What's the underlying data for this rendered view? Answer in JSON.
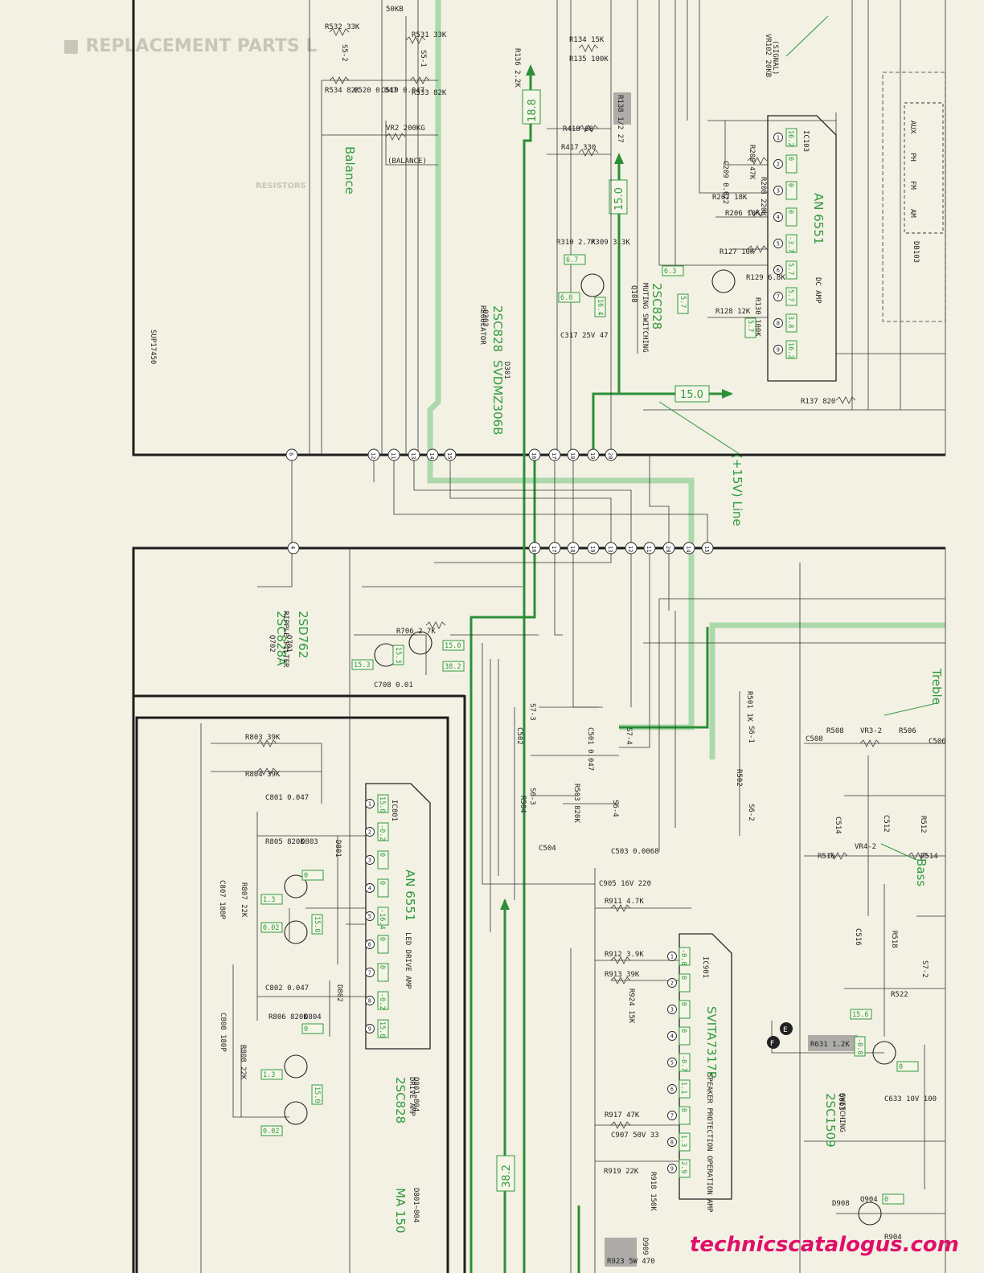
{
  "background_text": {
    "heading": "■ REPLACEMENT PARTS L",
    "resistors": "RESISTORS"
  },
  "board_label": "SUP17450",
  "brand": "technicscatalogus.com",
  "colors": {
    "trace": "#2b8f36",
    "brand": "#e0106a",
    "paper": "#f3f1e4"
  },
  "annotations": {
    "balance": "Balance",
    "balance_ref": "(BALANCE)",
    "plus15_line": "(+15V) Line",
    "treble": "Treble",
    "bass": "Bass",
    "signal": "(SIGNAL)"
  },
  "rails": [
    {
      "id": "r188",
      "value": "18.8"
    },
    {
      "id": "r150a",
      "value": "15.0"
    },
    {
      "id": "r150b",
      "value": "15.0"
    },
    {
      "id": "r382",
      "value": "38.2"
    }
  ],
  "ics": [
    {
      "id": "ic103",
      "ref": "IC103",
      "name": "AN 6551",
      "desc": "DC AMP",
      "pins": [
        "1",
        "2",
        "3",
        "4",
        "5",
        "6",
        "7",
        "8",
        "9"
      ],
      "volts": [
        "16.2",
        "0",
        "0",
        "0",
        "-3.7",
        "5.7",
        "5.7",
        "3.8",
        "16.2"
      ]
    },
    {
      "id": "ic801",
      "ref": "IC801",
      "name": "AN 6551",
      "desc": "LED DRIVE AMP",
      "pins": [
        "1",
        "2",
        "3",
        "4",
        "5",
        "6",
        "7",
        "8",
        "9"
      ],
      "volts": [
        "15.0",
        "-0.2",
        "0",
        "0",
        "-16.4",
        "0",
        "0",
        "-0.2",
        "15.0"
      ]
    },
    {
      "id": "ic901",
      "ref": "IC901",
      "name": "SVITA7317P",
      "desc": "SPEAKER PROTECTION OPERATION AMP",
      "pins": [
        "1",
        "2",
        "3",
        "4",
        "5",
        "6",
        "7",
        "8",
        "9"
      ],
      "volts": [
        "-0.8",
        "0",
        "0",
        "0",
        "-0.7",
        "1.1",
        "0",
        "1.3",
        "2.9"
      ]
    }
  ],
  "transistors": [
    {
      "id": "q303",
      "ref": "Q303",
      "part": "2SC828",
      "role": "REGULATOR"
    },
    {
      "id": "q301",
      "ref": "D301",
      "part": "SVDMZ306B",
      "role": ""
    },
    {
      "id": "q108",
      "ref": "Q108",
      "part": "2SC828",
      "role": "MUTING SWITCHING"
    },
    {
      "id": "q701",
      "ref": "Q701",
      "part": "2SD762",
      "role": "RIPPLE FILTER"
    },
    {
      "id": "q702",
      "ref": "Q702",
      "part": "2SC828A",
      "role": "RIPPLE FILTER"
    },
    {
      "id": "q801",
      "ref": "Q801~804",
      "part": "2SC828",
      "role": "DRIVE AMP"
    },
    {
      "id": "d801",
      "ref": "D801~804",
      "part": "MA 150",
      "role": ""
    },
    {
      "id": "q603",
      "ref": "Q603",
      "part": "2SC1509",
      "role": "SWITCHING"
    }
  ],
  "components": [
    {
      "id": "r532",
      "text": "R532 33K"
    },
    {
      "id": "r531",
      "text": "R531 33K"
    },
    {
      "id": "r534",
      "text": "R534 82K"
    },
    {
      "id": "c520",
      "text": "C520 0.047"
    },
    {
      "id": "c519",
      "text": "C519 0.047"
    },
    {
      "id": "r533",
      "text": "R533 82K"
    },
    {
      "id": "vr1",
      "text": "50KB"
    },
    {
      "id": "vr2",
      "text": "VR2 200KG"
    },
    {
      "id": "r134",
      "text": "R134 15K"
    },
    {
      "id": "r135",
      "text": "R135 100K"
    },
    {
      "id": "r136",
      "text": "R136 2.2K"
    },
    {
      "id": "r138",
      "text": "R138 1/2 27"
    },
    {
      "id": "r418",
      "text": "R418 68"
    },
    {
      "id": "r417",
      "text": "R417 330"
    },
    {
      "id": "vr102",
      "text": "VR102 20KB"
    },
    {
      "id": "r209",
      "text": "R209 47K"
    },
    {
      "id": "c209",
      "text": "C209 0.022"
    },
    {
      "id": "r208",
      "text": "R208 220K"
    },
    {
      "id": "r207",
      "text": "R207 18K"
    },
    {
      "id": "r206",
      "text": "R206 10K"
    },
    {
      "id": "r310",
      "text": "R310 2.7K"
    },
    {
      "id": "r309",
      "text": "R309 3.3K"
    },
    {
      "id": "r127",
      "text": "R127 10K"
    },
    {
      "id": "r129",
      "text": "R129 6.8K"
    },
    {
      "id": "r128",
      "text": "R128 12K"
    },
    {
      "id": "r130",
      "text": "R130 100K"
    },
    {
      "id": "c317",
      "text": "C317 25V 47"
    },
    {
      "id": "r137",
      "text": "R137 820"
    },
    {
      "id": "r706",
      "text": "R706 2.7K"
    },
    {
      "id": "c708",
      "text": "C708 0.01"
    },
    {
      "id": "r803",
      "text": "R803 39K"
    },
    {
      "id": "r804",
      "text": "R804 39K"
    },
    {
      "id": "c801",
      "text": "C801 0.047"
    },
    {
      "id": "r805",
      "text": "R805 820K"
    },
    {
      "id": "d803",
      "text": "D803"
    },
    {
      "id": "d801l",
      "text": "D801"
    },
    {
      "id": "r807",
      "text": "R807 22K"
    },
    {
      "id": "c807",
      "text": "C807 180P"
    },
    {
      "id": "c802",
      "text": "C802 0.047"
    },
    {
      "id": "r806",
      "text": "R806 820K"
    },
    {
      "id": "d804",
      "text": "D804"
    },
    {
      "id": "d802",
      "text": "D802"
    },
    {
      "id": "c808",
      "text": "C808 180P"
    },
    {
      "id": "r808",
      "text": "R808 22K"
    },
    {
      "id": "c502",
      "text": "C502"
    },
    {
      "id": "c501",
      "text": "C501 0.047"
    },
    {
      "id": "r504",
      "text": "R504"
    },
    {
      "id": "r503",
      "text": "R503 820K"
    },
    {
      "id": "c504",
      "text": "C504"
    },
    {
      "id": "c503",
      "text": "C503 0.0068"
    },
    {
      "id": "r501",
      "text": "R501 1K"
    },
    {
      "id": "r502",
      "text": "R502"
    },
    {
      "id": "c508",
      "text": "C508"
    },
    {
      "id": "r508",
      "text": "R508"
    },
    {
      "id": "vr3",
      "text": "VR3-2"
    },
    {
      "id": "r506",
      "text": "R506"
    },
    {
      "id": "c506",
      "text": "C506"
    },
    {
      "id": "c514",
      "text": "C514"
    },
    {
      "id": "c512",
      "text": "C512"
    },
    {
      "id": "r512",
      "text": "R512"
    },
    {
      "id": "r516",
      "text": "R516"
    },
    {
      "id": "vr4",
      "text": "VR4-2"
    },
    {
      "id": "r514",
      "text": "R514"
    },
    {
      "id": "c516",
      "text": "C516"
    },
    {
      "id": "r518",
      "text": "R518"
    },
    {
      "id": "r522",
      "text": "R522"
    },
    {
      "id": "c905",
      "text": "C905 16V 220"
    },
    {
      "id": "r911",
      "text": "R911 4.7K"
    },
    {
      "id": "r912",
      "text": "R912 3.9K"
    },
    {
      "id": "r913",
      "text": "R913 39K"
    },
    {
      "id": "r924",
      "text": "R924 15K"
    },
    {
      "id": "r917",
      "text": "R917 47K"
    },
    {
      "id": "c907",
      "text": "C907 50V 33"
    },
    {
      "id": "r919",
      "text": "R919 22K"
    },
    {
      "id": "r918",
      "text": "R918 150K"
    },
    {
      "id": "r631",
      "text": "R631 1.2K"
    },
    {
      "id": "c633",
      "text": "C633 10V 100"
    },
    {
      "id": "d908",
      "text": "D908"
    },
    {
      "id": "q904",
      "text": "Q904"
    },
    {
      "id": "r904",
      "text": "R904"
    },
    {
      "id": "r923",
      "text": "R923 5W 470"
    },
    {
      "id": "d909",
      "text": "D909"
    },
    {
      "id": "db103",
      "text": "DB103"
    },
    {
      "id": "s73",
      "text": "S7-3"
    },
    {
      "id": "s74",
      "text": "S7-4"
    },
    {
      "id": "s63",
      "text": "S6-3"
    },
    {
      "id": "s64",
      "text": "S6-4"
    },
    {
      "id": "s61",
      "text": "S6-1"
    },
    {
      "id": "s62",
      "text": "S6-2"
    },
    {
      "id": "s72",
      "text": "S7-2"
    },
    {
      "id": "s52",
      "text": "S5-2"
    },
    {
      "id": "s51",
      "text": "S5-1"
    }
  ],
  "voltage_tags": [
    {
      "id": "v_q303a",
      "text": "6.7"
    },
    {
      "id": "v_q303b",
      "text": "6.0"
    },
    {
      "id": "v_q303c",
      "text": "16.4"
    },
    {
      "id": "v_q108a",
      "text": "6.3"
    },
    {
      "id": "v_q108b",
      "text": "5.7"
    },
    {
      "id": "v_q108c",
      "text": "5.7"
    },
    {
      "id": "v_q701a",
      "text": "15.0"
    },
    {
      "id": "v_q701b",
      "text": "38.2"
    },
    {
      "id": "v_q701c",
      "text": "15.3"
    },
    {
      "id": "v_q702",
      "text": "15.3"
    },
    {
      "id": "v_q801a",
      "text": "0"
    },
    {
      "id": "v_q801b",
      "text": "1.3"
    },
    {
      "id": "v_q801c",
      "text": "0.02"
    },
    {
      "id": "v_q801d",
      "text": "15.0"
    },
    {
      "id": "v_q802a",
      "text": "0"
    },
    {
      "id": "v_q802b",
      "text": "1.3"
    },
    {
      "id": "v_q802c",
      "text": "15.0"
    },
    {
      "id": "v_q802d",
      "text": "0.02"
    },
    {
      "id": "v_q603a",
      "text": "15.6"
    },
    {
      "id": "v_q603b",
      "text": "-0.8"
    },
    {
      "id": "v_q603c",
      "text": "0"
    },
    {
      "id": "v_q904",
      "text": "0"
    }
  ],
  "connector_upper": [
    "6",
    "12",
    "11",
    "13",
    "14",
    "15",
    "16",
    "17",
    "18",
    "19",
    "20"
  ],
  "connector_lower": [
    "4",
    "16",
    "17",
    "18",
    "19",
    "13",
    "12",
    "11",
    "20",
    "14",
    "15"
  ],
  "terminals": [
    "E",
    "F"
  ],
  "lamp_labels": [
    "AUX",
    "PH",
    "FM",
    "AM"
  ]
}
